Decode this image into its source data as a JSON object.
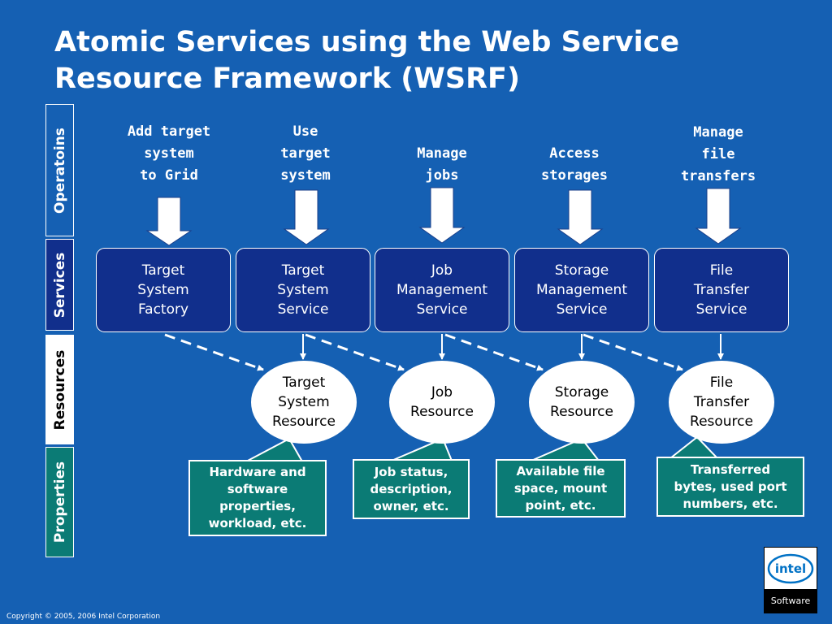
{
  "title": {
    "line1": "Atomic Services using the Web Service",
    "line2": "Resource Framework (WSRF)"
  },
  "side_labels": {
    "operations": "Operatoins",
    "services": "Services",
    "resources": "Resources",
    "properties": "Properties"
  },
  "colors": {
    "background": "#1560b3",
    "service_box": "#112f8c",
    "property_box": "#0b7b75",
    "resource": "#ffffff"
  },
  "operations": [
    {
      "lines": [
        "Add target",
        "system",
        "to Grid"
      ]
    },
    {
      "lines": [
        "Use",
        "target",
        "system"
      ]
    },
    {
      "lines": [
        "Manage",
        "jobs"
      ]
    },
    {
      "lines": [
        "Access",
        "storages"
      ]
    },
    {
      "lines": [
        "Manage",
        "file",
        "transfers"
      ]
    }
  ],
  "services": [
    {
      "lines": [
        "Target",
        "System",
        "Factory"
      ]
    },
    {
      "lines": [
        "Target",
        "System",
        "Service"
      ]
    },
    {
      "lines": [
        "Job",
        "Management",
        "Service"
      ]
    },
    {
      "lines": [
        "Storage",
        "Management",
        "Service"
      ]
    },
    {
      "lines": [
        "File",
        "Transfer",
        "Service"
      ]
    }
  ],
  "resources": [
    {
      "lines": [
        "Target",
        "System",
        "Resource"
      ]
    },
    {
      "lines": [
        "Job",
        "Resource"
      ]
    },
    {
      "lines": [
        "Storage",
        "Resource"
      ]
    },
    {
      "lines": [
        "File",
        "Transfer",
        "Resource"
      ]
    }
  ],
  "properties": [
    {
      "lines": [
        "Hardware and",
        "software",
        "properties,",
        "workload, etc."
      ]
    },
    {
      "lines": [
        "Job status,",
        "description,",
        "owner, etc."
      ]
    },
    {
      "lines": [
        "Available file",
        "space, mount",
        "point, etc."
      ]
    },
    {
      "lines": [
        "Transferred",
        "bytes, used port",
        "numbers, etc."
      ]
    }
  ],
  "copyright": "Copyright © 2005, 2006 Intel Corporation",
  "logo": {
    "brand": "intel",
    "caption": "Software"
  }
}
